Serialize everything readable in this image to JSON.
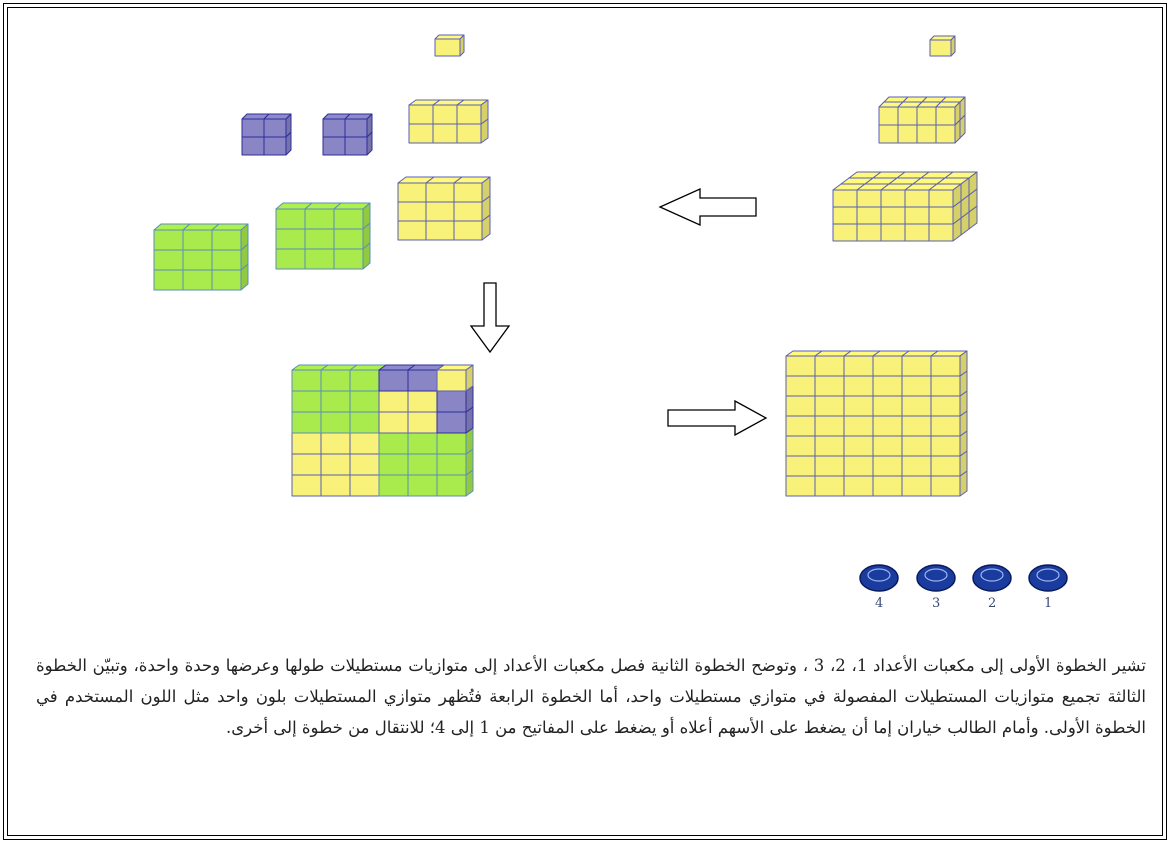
{
  "colors": {
    "yellow": "#f8f27a",
    "blue": "#8a86c6",
    "green": "#a9ea4c",
    "edge_yellow": "#5a5fb4",
    "edge_blue": "#2e2e9a",
    "edge_green": "#5a8fb8",
    "button_fill": "#1a3c9e",
    "button_edge": "#0a1b5c"
  },
  "icons": {
    "arrow_step2": "arrow-left-icon",
    "arrow_step3": "arrow-down-icon",
    "arrow_step4": "arrow-right-icon",
    "step_button": "round-blue-button-icon"
  },
  "step_buttons": [
    {
      "label": "4"
    },
    {
      "label": "3"
    },
    {
      "label": "2"
    },
    {
      "label": "1"
    }
  ],
  "caption": {
    "text": "تشير الخطوة الأولى إلى مكعبات الأعداد 1، 2، 3 ، وتوضح الخطوة الثانية فصل مكعبات الأعداد إلى متوازيات مستطيلات طولها وعرضها وحدة واحدة، وتبيّن الخطوة الثالثة تجميع متوازيات المستطيلات المفصولة في متوازي مستطيلات واحد، أما الخطوة الرابعة فتُظهر متوازي المستطيلات بلون واحد مثل اللون المستخدم في الخطوة الأولى. وأمام الطالب خياران إما أن يضغط على الأسهم أعلاه أو يضغط على المفاتيح من 1 إلى 4؛ للانتقال من خطوة إلى أخرى."
  }
}
